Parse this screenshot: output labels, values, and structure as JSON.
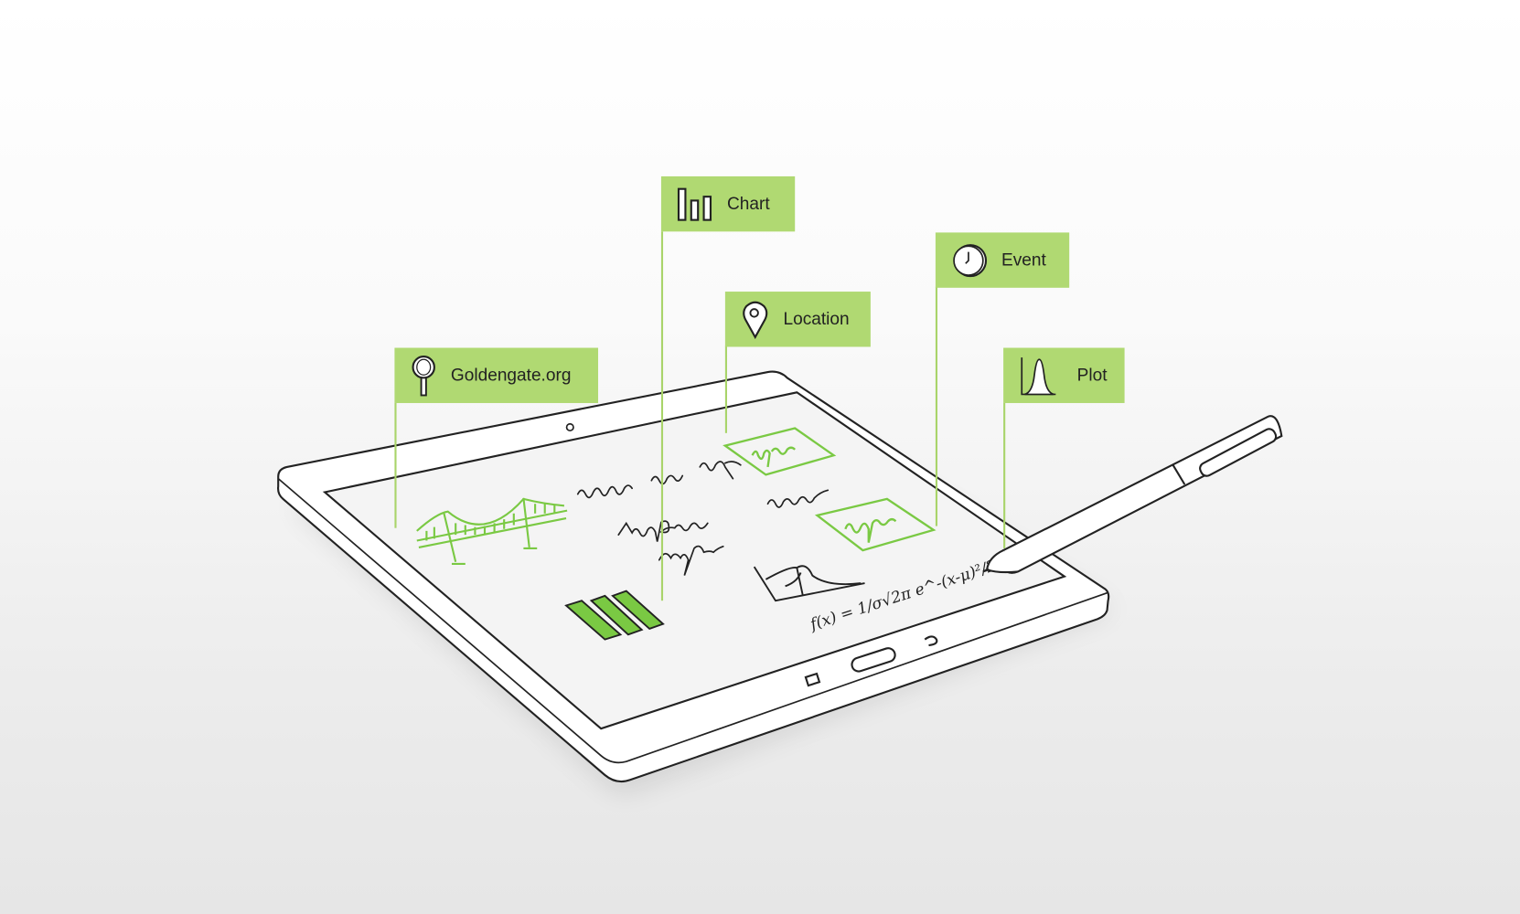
{
  "labels": [
    {
      "id": "goldengate",
      "text": "Goldengate.org",
      "icon": "magnifier-icon"
    },
    {
      "id": "chart",
      "text": "Chart",
      "icon": "bar-chart-icon"
    },
    {
      "id": "location",
      "text": "Location",
      "icon": "map-pin-icon"
    },
    {
      "id": "event",
      "text": "Event",
      "icon": "clock-icon"
    },
    {
      "id": "plot",
      "text": "Plot",
      "icon": "bell-curve-icon"
    }
  ],
  "colors": {
    "accent": "#b0d972",
    "ink": "#222222",
    "sketch_green": "#7ac943"
  }
}
